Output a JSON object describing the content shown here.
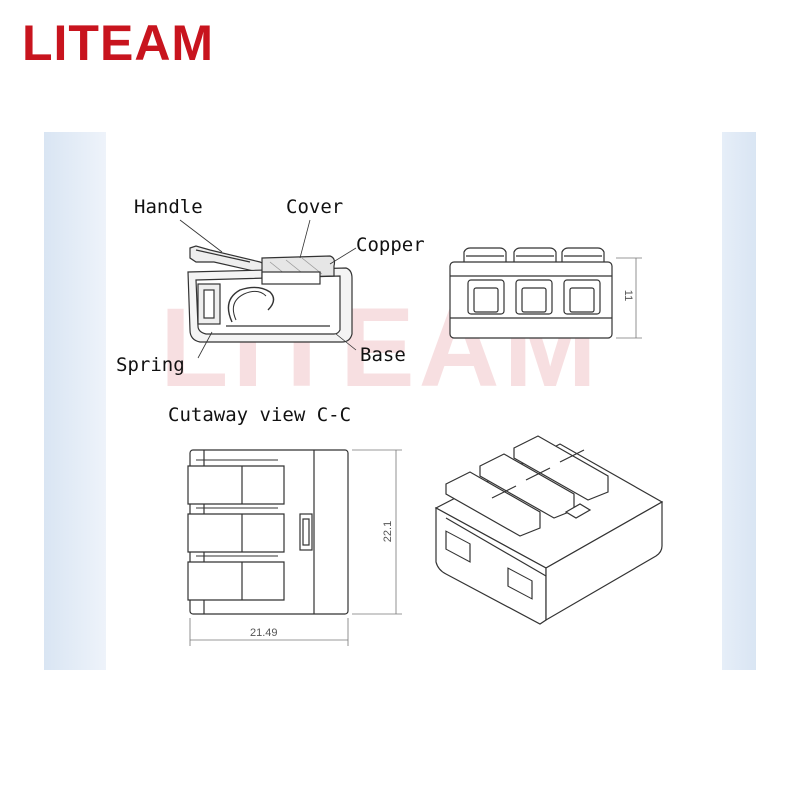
{
  "brand": {
    "name": "LITEAM",
    "watermark": "LITEAM",
    "color": "#c8141e"
  },
  "cutaway": {
    "title": "Cutaway view C-C",
    "labels": {
      "handle": "Handle",
      "cover": "Cover",
      "copper": "Copper",
      "spring": "Spring",
      "base": "Base"
    }
  },
  "dimensions": {
    "side_height": "11",
    "top_height": "22.1",
    "top_width": "21.49"
  },
  "colors": {
    "line": "#333333",
    "panel": "#dde8f5",
    "background": "#ffffff"
  }
}
